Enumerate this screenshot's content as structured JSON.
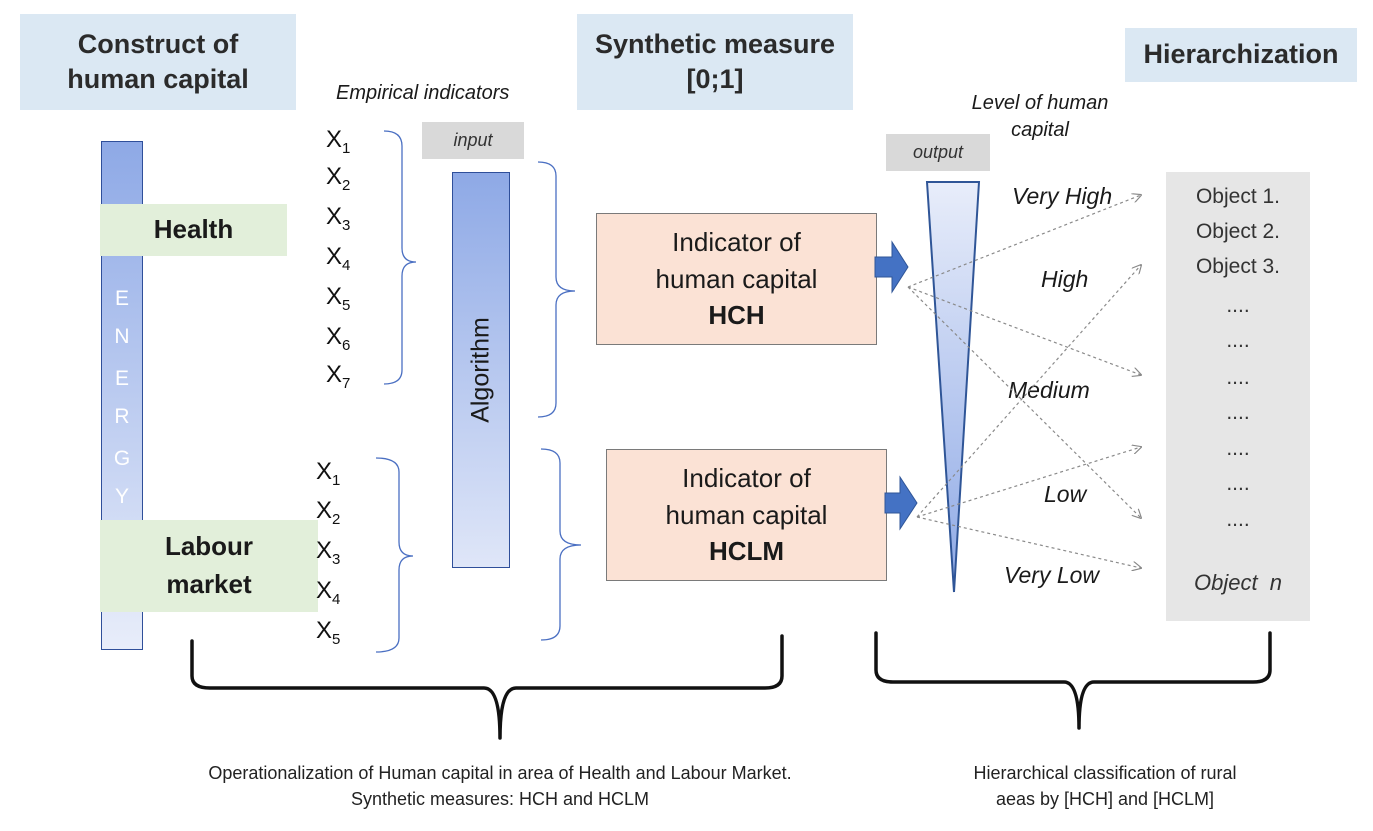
{
  "headers": {
    "construct": "Construct of human capital",
    "synthetic": "Synthetic measure [0;1]",
    "hierarchization": "Hierarchization"
  },
  "empirical_label": "Empirical indicators",
  "input_label": "input",
  "output_label": "output",
  "level_label": "Level of human capital",
  "energy": [
    "E",
    "N",
    "E",
    "R",
    "G",
    "Y"
  ],
  "health_label": "Health",
  "labour_label": "Labour market",
  "algorithm_label": "Algorithm",
  "health_vars": [
    {
      "letter": "X",
      "sub": "1"
    },
    {
      "letter": "X",
      "sub": "2"
    },
    {
      "letter": "X",
      "sub": "3"
    },
    {
      "letter": "X",
      "sub": "4"
    },
    {
      "letter": "X",
      "sub": "5"
    },
    {
      "letter": "X",
      "sub": "6"
    },
    {
      "letter": "X",
      "sub": "7"
    }
  ],
  "labour_vars": [
    {
      "letter": "X",
      "sub": "1"
    },
    {
      "letter": "X",
      "sub": "2"
    },
    {
      "letter": "X",
      "sub": "3"
    },
    {
      "letter": "X",
      "sub": "4"
    },
    {
      "letter": "X",
      "sub": "5"
    }
  ],
  "indicator_hch": {
    "line1": "Indicator of",
    "line2": "human capital",
    "code": "HCH"
  },
  "indicator_hclm": {
    "line1": "Indicator of",
    "line2": "human capital",
    "code": "HCLM"
  },
  "levels": [
    "Very High",
    "High",
    "Medium",
    "Low",
    "Very Low"
  ],
  "objects": [
    "Object 1.",
    "Object 2.",
    "Object 3.",
    "....",
    "....",
    "....",
    "....",
    "....",
    "....",
    "...."
  ],
  "object_n": "Object  n",
  "caption_left": [
    "Operationalization of Human capital in area of Health and Labour Market.",
    "Synthetic measures: HCH and HCLM"
  ],
  "caption_right": [
    "Hierarchical classification of rural",
    "aeas by [HCH] and [HCLM]"
  ],
  "colors": {
    "header_bg": "#dbe8f3",
    "green_bg": "#e2efda",
    "salmon_bg": "#fbe2d5",
    "blue_bar": "#8ea9e6",
    "arrow_blue": "#4472c4"
  }
}
